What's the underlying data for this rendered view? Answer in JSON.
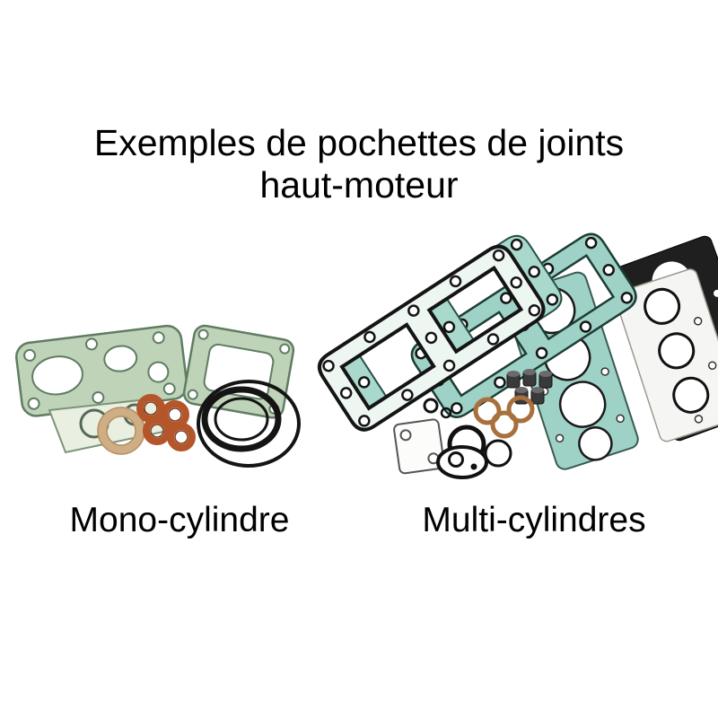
{
  "title": {
    "line1": "Exemples de pochettes de joints",
    "line2": "haut-moteur"
  },
  "labels": {
    "mono": "Mono-cylindre",
    "multi": "Multi-cylindres"
  },
  "illustrations": {
    "mono": "mono-cylinder-top-end-gasket-set",
    "multi": "multi-cylinder-top-end-gasket-set"
  },
  "colors": {
    "background": "#ffffff",
    "text": "#000000",
    "gasket_green": "#bfd3b8",
    "gasket_green_dark": "#5f7d62",
    "gasket_pale": "#e9f0e2",
    "gasket_teal": "#9fd2c6",
    "gasket_teal_light": "#eef6f2",
    "copper": "#b4552a",
    "brass": "#a8703c",
    "tan": "#cfae85",
    "ink": "#141414",
    "dark_gasket": "#1f1f1f"
  }
}
